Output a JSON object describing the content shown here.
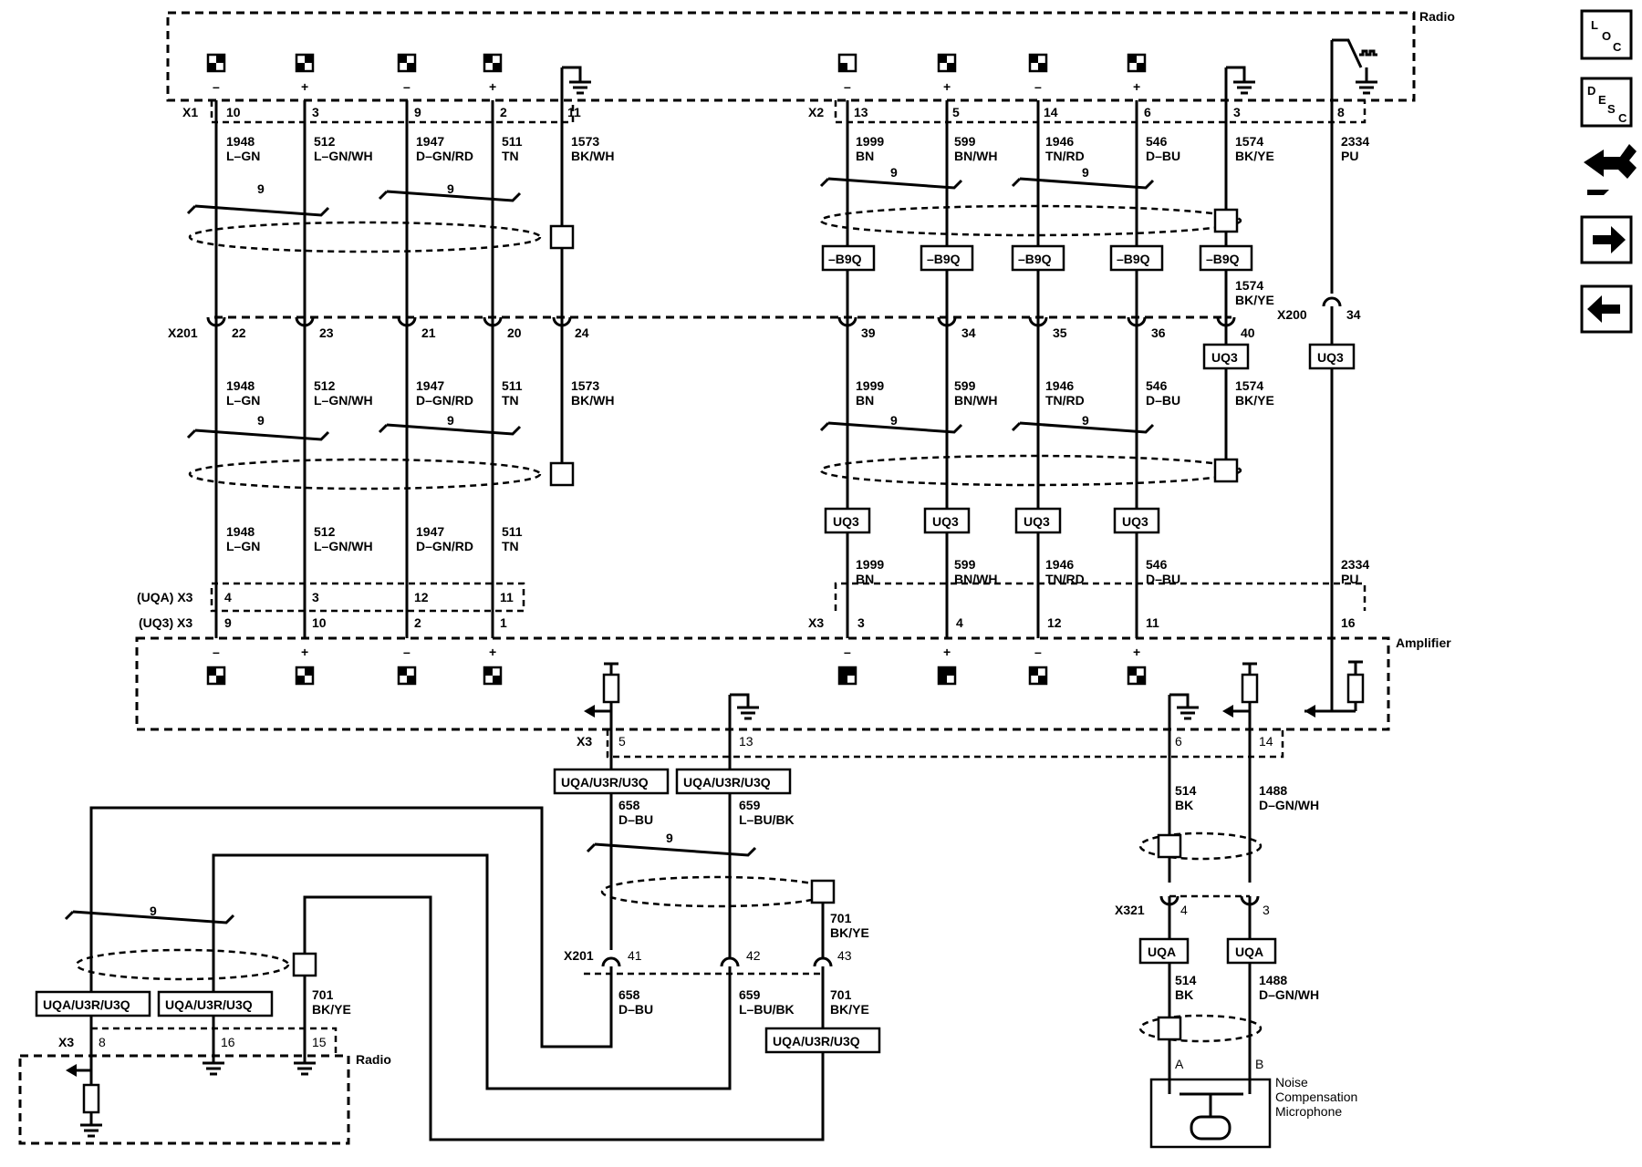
{
  "modules": {
    "radio_top": "Radio",
    "amplifier": "Amplifier",
    "radio_bottom": "Radio",
    "mic": [
      "Noise",
      "Compensation",
      "Microphone"
    ]
  },
  "connectors": {
    "x1": "X1",
    "x2": "X2",
    "x201": "X201",
    "x200": "X200",
    "uqa_x3": "(UQA) X3",
    "uq3_x3": "(UQ3) X3",
    "x3": "X3",
    "x3_amp": "X3",
    "x201_b": "X201",
    "x321": "X321",
    "x3_radio": "X3"
  },
  "polarity": {
    "minus": "–",
    "plus": "+"
  },
  "twist": "9",
  "left_wires": [
    {
      "x1_pin": "10",
      "x201_pin": "22",
      "circuit": "1948",
      "color": "L–GN",
      "uqa_pin": "4",
      "uq3_pin": "9",
      "pol": "–"
    },
    {
      "x1_pin": "3",
      "x201_pin": "23",
      "circuit": "512",
      "color": "L–GN/WH",
      "uqa_pin": "3",
      "uq3_pin": "10",
      "pol": "+"
    },
    {
      "x1_pin": "9",
      "x201_pin": "21",
      "circuit": "1947",
      "color": "D–GN/RD",
      "uqa_pin": "12",
      "uq3_pin": "2",
      "pol": "–"
    },
    {
      "x1_pin": "2",
      "x201_pin": "20",
      "circuit": "511",
      "color": "TN",
      "uqa_pin": "11",
      "uq3_pin": "1",
      "pol": "+"
    }
  ],
  "drain_left": {
    "x1_pin": "11",
    "x201_pin": "24",
    "circuit": "1573",
    "color": "BK/WH"
  },
  "right_wires": [
    {
      "x2_pin": "13",
      "x201_pin": "39",
      "circuit": "1999",
      "color": "BN",
      "amp_pin": "3",
      "pol": "–"
    },
    {
      "x2_pin": "5",
      "x201_pin": "34",
      "circuit": "599",
      "color": "BN/WH",
      "amp_pin": "4",
      "pol": "+"
    },
    {
      "x2_pin": "14",
      "x201_pin": "35",
      "circuit": "1946",
      "color": "TN/RD",
      "amp_pin": "12",
      "pol": "–"
    },
    {
      "x2_pin": "6",
      "x201_pin": "36",
      "circuit": "546",
      "color": "D–BU",
      "amp_pin": "11",
      "pol": "+"
    }
  ],
  "drain_right": {
    "x2_pin": "3",
    "x201_pin": "40",
    "circuit": "1574",
    "color": "BK/YE"
  },
  "pu_wire": {
    "x2_pin": "8",
    "x200_pin": "34",
    "circuit": "2334",
    "color": "PU",
    "amp_pin": "16"
  },
  "option_labels": {
    "b9q": "–B9Q",
    "uq3": "UQ3",
    "uqa": "UQA",
    "uqa_u3r_u3q": "UQA/U3R/U3Q"
  },
  "amp_bottom": {
    "pin5": "5",
    "pin13": "13",
    "w658": {
      "circuit": "658",
      "color": "D–BU"
    },
    "w659": {
      "circuit": "659",
      "color": "L–BU/BK"
    },
    "w701": {
      "circuit": "701",
      "color": "BK/YE"
    },
    "x201_pins": [
      "41",
      "42",
      "43"
    ]
  },
  "mic_wires": {
    "pin6": "6",
    "pin14": "14",
    "w514": {
      "circuit": "514",
      "color": "BK"
    },
    "w1488": {
      "circuit": "1488",
      "color": "D–GN/WH"
    },
    "x321_pins": [
      "4",
      "3"
    ],
    "mic_pins": [
      "A",
      "B"
    ]
  },
  "radio_bottom_pins": [
    "8",
    "16",
    "15"
  ],
  "side_icons": [
    "loc-icon",
    "desc-icon",
    "connector-icon",
    "next-icon",
    "prev-icon"
  ],
  "loc_letters": [
    "L",
    "O",
    "C"
  ],
  "desc_letters": [
    "D",
    "E",
    "S",
    "C"
  ]
}
